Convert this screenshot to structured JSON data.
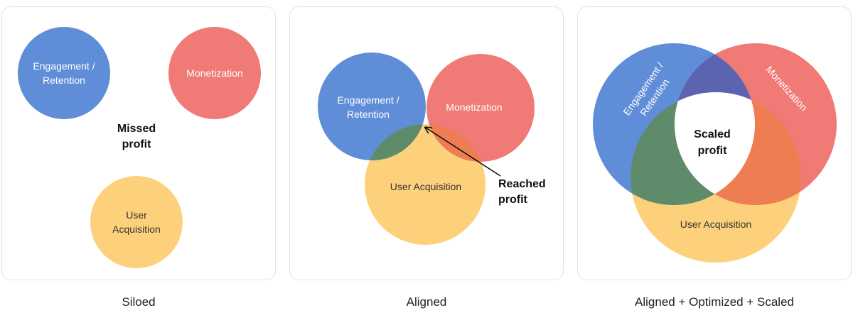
{
  "colors": {
    "engagement": "#5f8dd8",
    "monetization": "#ef7a76",
    "acquisition": "#fdd17c",
    "eng_mon_overlap": "#5c63b0",
    "eng_acq_overlap": "#5e8c6a",
    "mon_acq_overlap": "#ee7d52",
    "panel_border": "#e3e3e3"
  },
  "panels": [
    {
      "caption": "Siloed",
      "engagement_label": [
        "Engagement /",
        "Retention"
      ],
      "monetization_label": "Monetization",
      "acquisition_label": [
        "User",
        "Acquisition"
      ],
      "center_label": [
        "Missed",
        "profit"
      ]
    },
    {
      "caption": "Aligned",
      "engagement_label": [
        "Engagement /",
        "Retention"
      ],
      "monetization_label": "Monetization",
      "acquisition_label": "User Acquisition",
      "callout_label": [
        "Reached",
        "profit"
      ]
    },
    {
      "caption": "Aligned + Optimized + Scaled",
      "engagement_label": [
        "Engagement /",
        "Retention"
      ],
      "monetization_label": "Monetization",
      "acquisition_label": "User Acquisition",
      "center_label": [
        "Scaled",
        "profit"
      ]
    }
  ]
}
